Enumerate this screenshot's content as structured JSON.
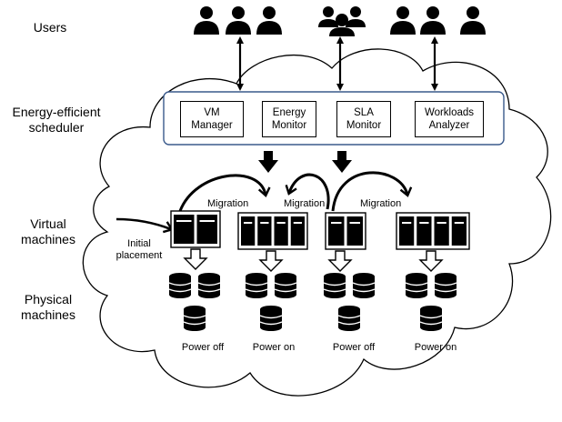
{
  "labels": {
    "users": "Users",
    "scheduler_line1": "Energy-efficient",
    "scheduler_line2": "scheduler",
    "vm_line1": "Virtual",
    "vm_line2": "machines",
    "pm_line1": "Physical",
    "pm_line2": "machines"
  },
  "scheduler_components": [
    {
      "line1": "VM",
      "line2": "Manager"
    },
    {
      "line1": "Energy",
      "line2": "Monitor"
    },
    {
      "line1": "SLA",
      "line2": "Monitor"
    },
    {
      "line1": "Workloads",
      "line2": "Analyzer"
    }
  ],
  "migration_label": "Migration",
  "initial_placement": {
    "line1": "Initial",
    "line2": "placement"
  },
  "host_states": [
    "Power off",
    "Power on",
    "Power off",
    "Power on"
  ],
  "icons": [
    "users-group-icon",
    "server-vm-icon",
    "database-server-icon",
    "arrow-icon"
  ],
  "colors": {
    "stroke": "#000000",
    "scheduler_border": "#3a5a8c",
    "background": "#ffffff"
  }
}
